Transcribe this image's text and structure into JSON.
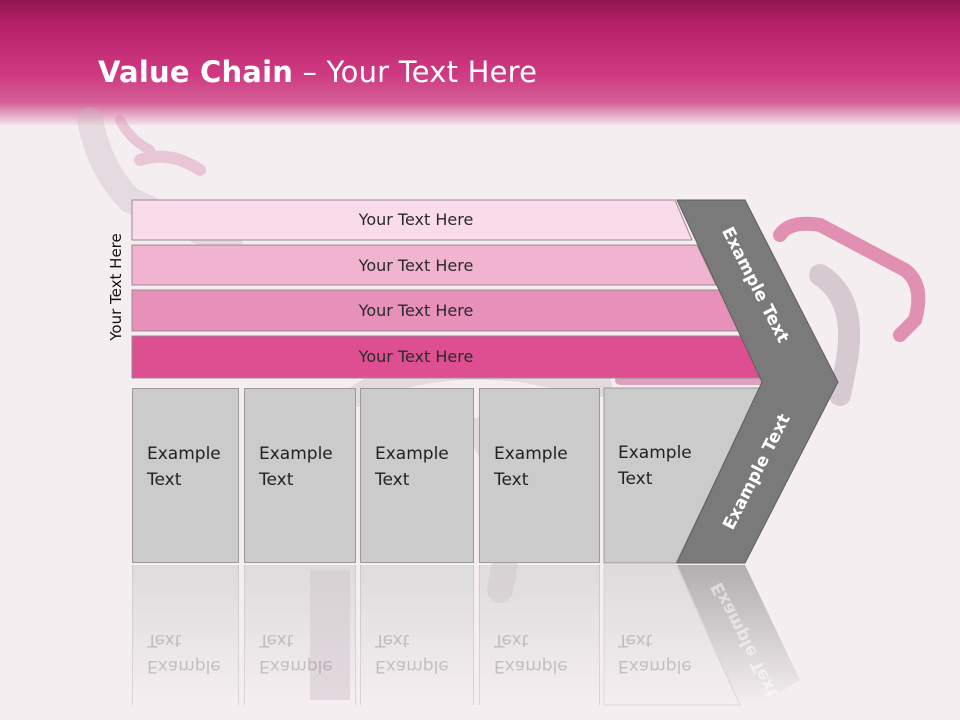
{
  "slide": {
    "title_bold": "Value Chain",
    "title_rest": " – Your Text Here"
  },
  "side_label": "Your Text Here",
  "bars": [
    {
      "label": "Your Text Here",
      "color": "#f9dbe9"
    },
    {
      "label": "Your Text Here",
      "color": "#f0b4d0"
    },
    {
      "label": "Your Text Here",
      "color": "#e690ba"
    },
    {
      "label": "Your Text Here",
      "color": "#de4f91"
    }
  ],
  "boxes": [
    {
      "label": "Example\nText"
    },
    {
      "label": "Example\nText"
    },
    {
      "label": "Example\nText"
    },
    {
      "label": "Example\nText"
    },
    {
      "label": "Example\nText"
    }
  ],
  "chevron": {
    "upper_label": "Example Text",
    "lower_label": "Example Text",
    "color": "#7a7a7a"
  },
  "colors": {
    "header_dark": "#92174f",
    "header_light": "#d46097",
    "box_fill": "#cbcbcb"
  }
}
